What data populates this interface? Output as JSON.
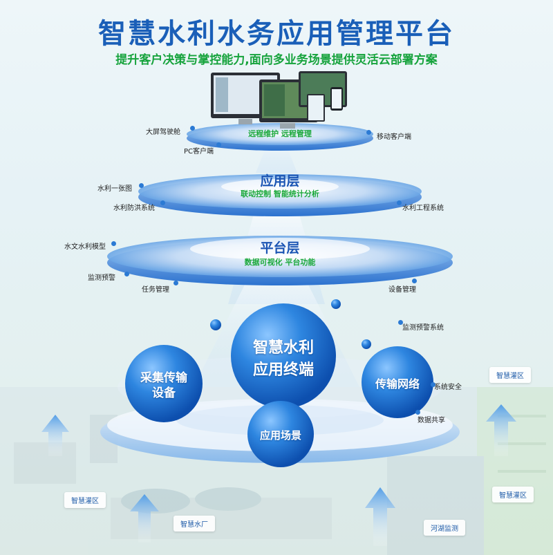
{
  "title": "智慧水利水务应用管理平台",
  "subtitle": "提升客户决策与掌控能力,面向多业务场景提供灵活云部署方案",
  "top_tier": {
    "caption": "远程维护 远程管理",
    "labels": {
      "big_screen": "大屏驾驶舱",
      "pc": "PC客户端",
      "mobile": "移动客户端"
    }
  },
  "app_tier": {
    "title": "应用层",
    "subtitle": "联动控制 智能统计分析",
    "labels": {
      "map": "水利一张图",
      "flood": "水利防洪系统",
      "engineering": "水利工程系统"
    }
  },
  "platform_tier": {
    "title": "平台层",
    "subtitle": "数据可视化 平台功能",
    "labels": {
      "model": "水文水利模型",
      "warning": "监测预警",
      "task": "任务管理",
      "device": "设备管理"
    }
  },
  "core": {
    "center_line1": "智慧水利",
    "center_line2": "应用终端",
    "left_line1": "采集传输",
    "left_line2": "设备",
    "right": "传输网络",
    "bottom": "应用场景"
  },
  "side_labels": {
    "monitor_system": "监测预警系统",
    "security": "系统安全",
    "sharing": "数据共享"
  },
  "scene_tags": {
    "irrigation_left": "智慧灌区",
    "irrigation_right_top": "智慧灌区",
    "irrigation_right": "智慧灌区",
    "water_plant": "智慧水厂",
    "river": "河湖监测"
  },
  "colors": {
    "title_blue": "#1a5fb8",
    "accent_green": "#16a33c",
    "disc_blue": "#2f7fd6",
    "sphere_blue": "#1f6fd0"
  }
}
